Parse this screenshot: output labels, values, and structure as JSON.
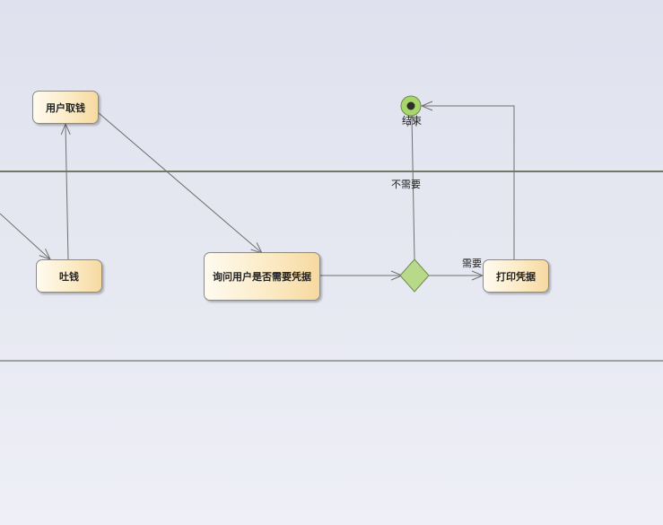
{
  "diagram": {
    "nodes": {
      "withdraw": "用户取钱",
      "dispense": "吐钱",
      "ask_receipt": "询问用户是否需要凭据",
      "print_receipt": "打印凭据"
    },
    "final_label": "结束",
    "edge_labels": {
      "not_needed": "不需要",
      "needed": "需要"
    },
    "colors": {
      "node_fill_light": "#fffbf0",
      "node_fill_dark": "#f6d9a0",
      "decision_fill": "#b9d98a",
      "final_node_fill": "#a9d66b",
      "line": "#707070",
      "swimlane_line": "#707868"
    }
  }
}
